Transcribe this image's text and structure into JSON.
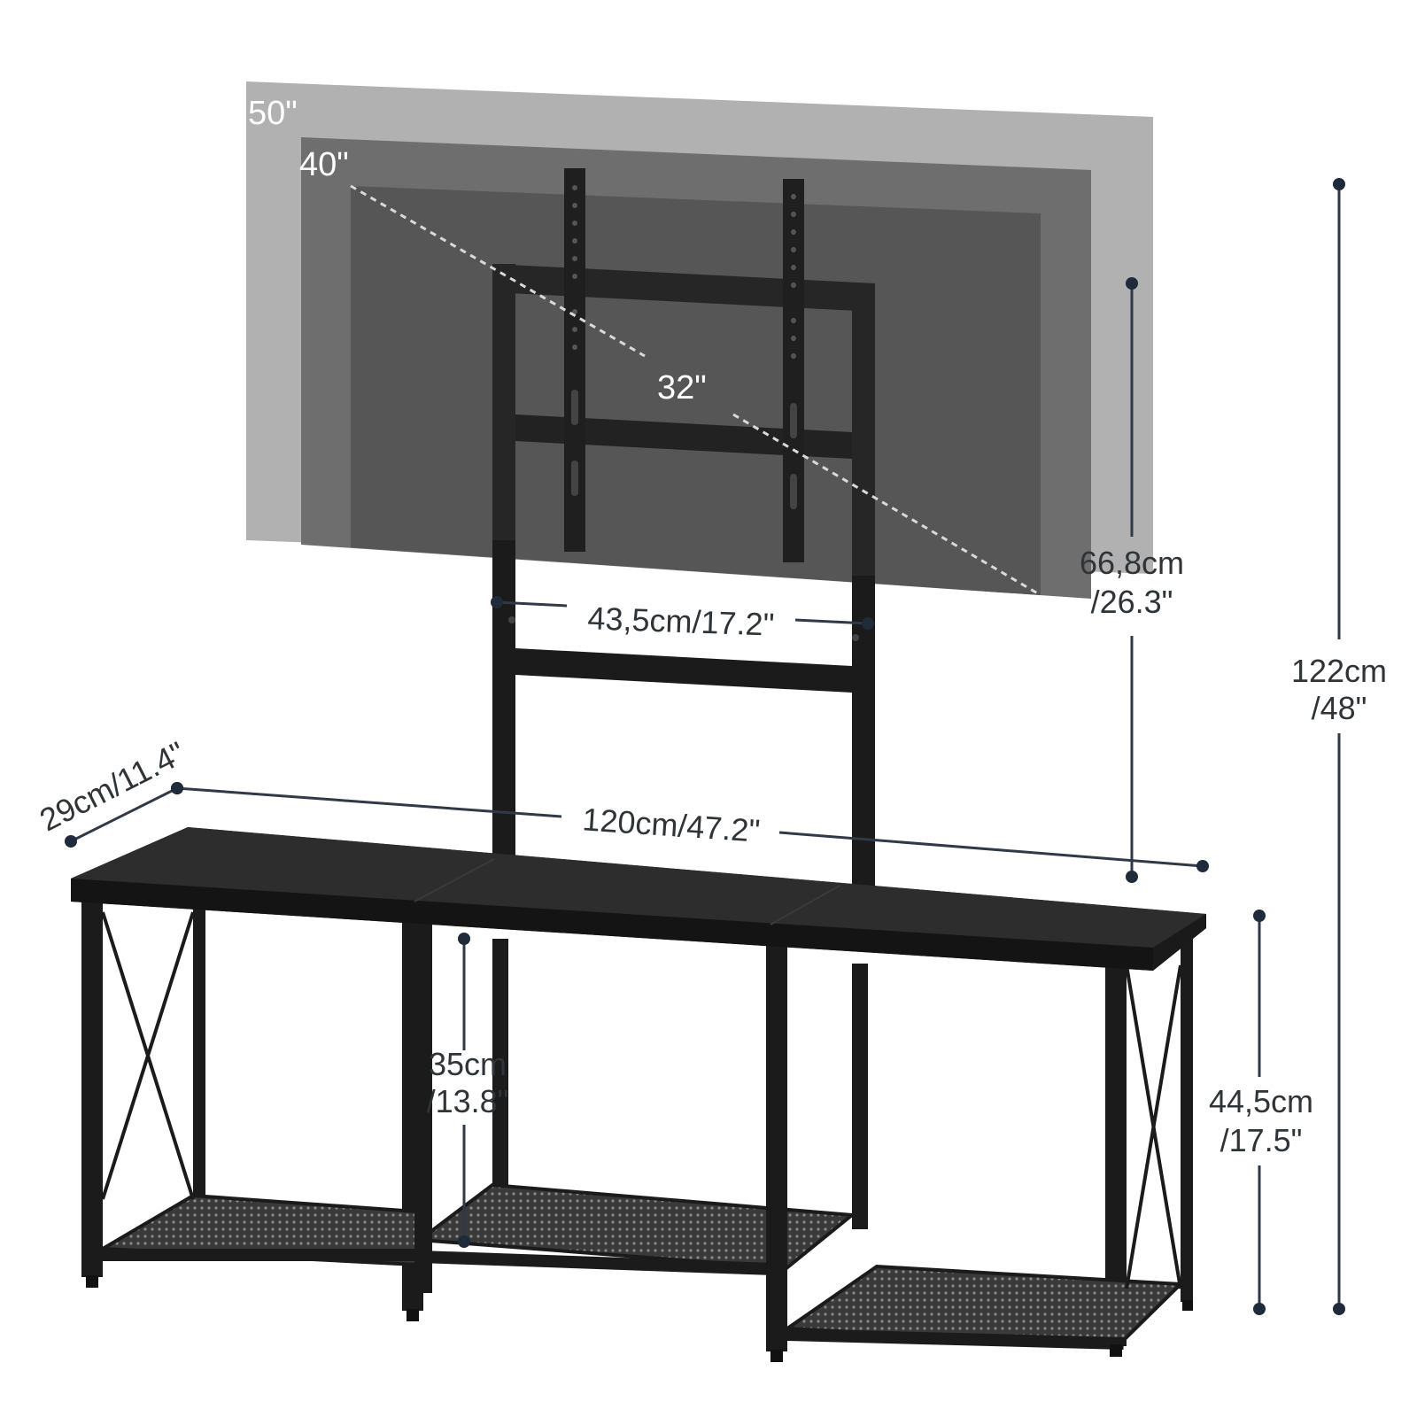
{
  "screen_sizes": {
    "large": "50\"",
    "medium": "40\"",
    "small": "32\""
  },
  "dimensions": {
    "total_height": {
      "metric": "122cm",
      "imperial": "/48\""
    },
    "tv_panel_height": {
      "metric": "66,8cm",
      "imperial": "/26.3\""
    },
    "upright_spacing": "43,5cm/17.2\"",
    "width": "120cm/47.2\"",
    "depth": "29cm/11.4\"",
    "shelf_clearance": {
      "metric": "35cm",
      "imperial": "/13.8\""
    },
    "table_height": {
      "metric": "44,5cm",
      "imperial": "/17.5\""
    }
  },
  "colors": {
    "screen_50": "#b1b1b1",
    "screen_40": "#6e6e6e",
    "screen_32": "#565656",
    "frame": "#1b1b1b",
    "dimension_line": "#2f3947"
  }
}
